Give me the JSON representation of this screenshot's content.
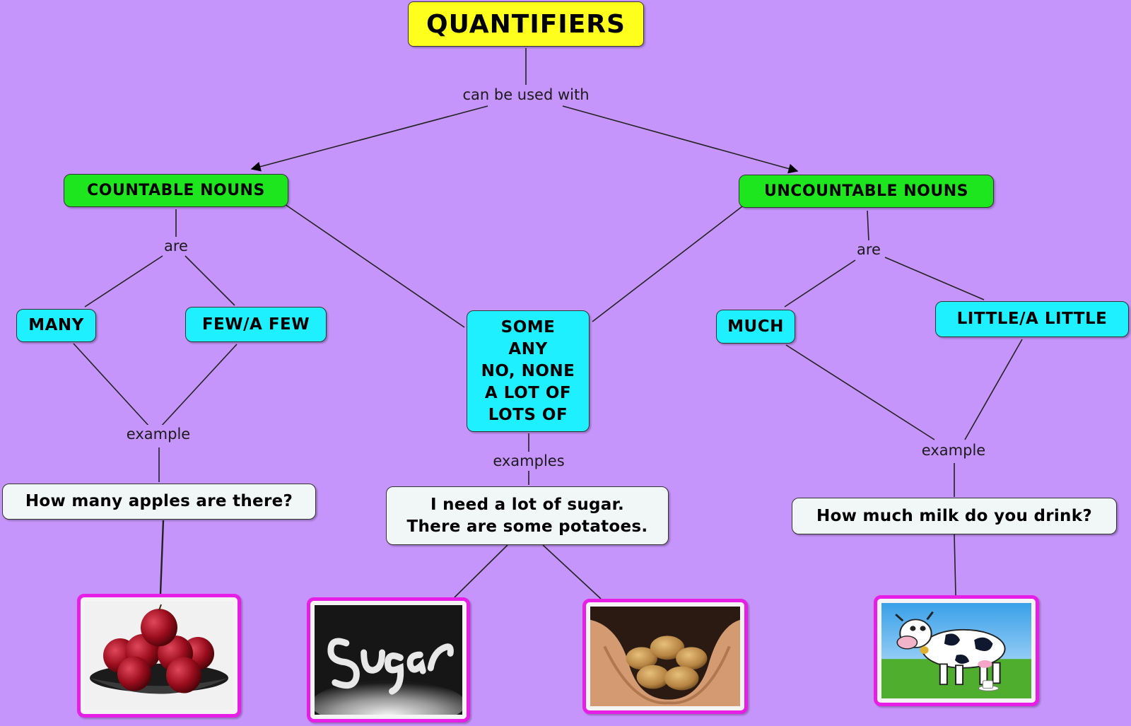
{
  "colors": {
    "background": "#c695fb",
    "title_fill": "#ffff1e",
    "category_fill": "#1ee61e",
    "quantifier_fill": "#1ef0ff",
    "example_fill": "#f1f7f7",
    "image_border": "#e61ee6"
  },
  "title": "QUANTIFIERS",
  "link_labels": {
    "can_be_used_with": "can be used with",
    "are_left": "are",
    "are_right": "are",
    "example_left": "example",
    "examples_center": "examples",
    "example_right": "example"
  },
  "categories": {
    "countable": "COUNTABLE NOUNS",
    "uncountable": "UNCOUNTABLE NOUNS"
  },
  "quantifiers": {
    "many": "MANY",
    "few": "FEW/A FEW",
    "shared": "SOME\nANY\nNO, NONE\nA LOT OF\nLOTS OF",
    "much": "MUCH",
    "little": "LITTLE/A LITTLE"
  },
  "examples": {
    "countable": "How many apples are there?",
    "shared": "I need a lot of sugar.\nThere are some potatoes.",
    "uncountable": "How much milk do you drink?"
  },
  "images": [
    {
      "icon": "apples-bowl-image"
    },
    {
      "icon": "sugar-image"
    },
    {
      "icon": "potatoes-in-hands-image"
    },
    {
      "icon": "cow-image"
    }
  ]
}
